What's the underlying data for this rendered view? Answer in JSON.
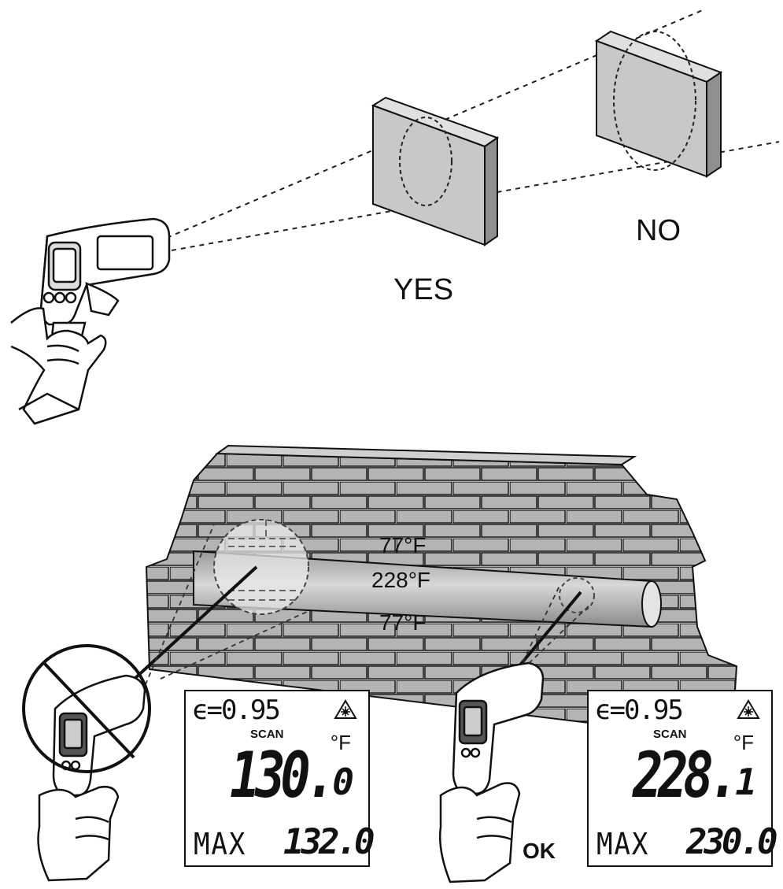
{
  "top_section": {
    "label_yes": "YES",
    "label_no": "NO"
  },
  "pipe_section": {
    "temp_top": "77°F",
    "temp_center": "228°F",
    "temp_bottom": "77°F",
    "label_ok": "OK"
  },
  "display_left": {
    "emissivity": "ϵ=0.95",
    "mode": "SCAN",
    "unit": "°F",
    "reading_main": "130.",
    "reading_decimal": "0",
    "max_label": "MAX",
    "max_value": "132.0"
  },
  "display_right": {
    "emissivity": "ϵ=0.95",
    "mode": "SCAN",
    "unit": "°F",
    "reading_main": "228.",
    "reading_decimal": "1",
    "max_label": "MAX",
    "max_value": "230.0"
  },
  "colors": {
    "panel_gray": "#c8c8c8",
    "brick_gray": "#a8a8a8",
    "outline": "#111111"
  }
}
